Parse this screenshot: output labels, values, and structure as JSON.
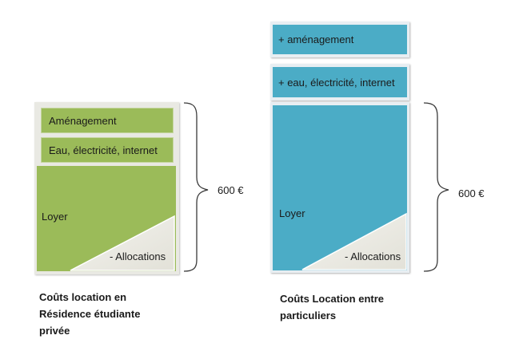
{
  "left": {
    "amenagement": "Aménagement",
    "utilities": "Eau, électricité, internet",
    "rent": "Loyer",
    "allowances": "- Allocations",
    "total": "600 €",
    "caption_line1": "Coûts location en",
    "caption_line2": "Résidence étudiante",
    "caption_line3": "privée"
  },
  "right": {
    "amenagement": "+ aménagement",
    "utilities": "+ eau, électricité, internet",
    "rent": "Loyer",
    "allowances": "- Allocations",
    "total": "600 €",
    "caption_line1": "Coûts Location entre",
    "caption_line2": "particuliers"
  },
  "colors": {
    "green": "#9bbb59",
    "blue": "#4bacc6",
    "allowance_fill": "#eeede6"
  }
}
